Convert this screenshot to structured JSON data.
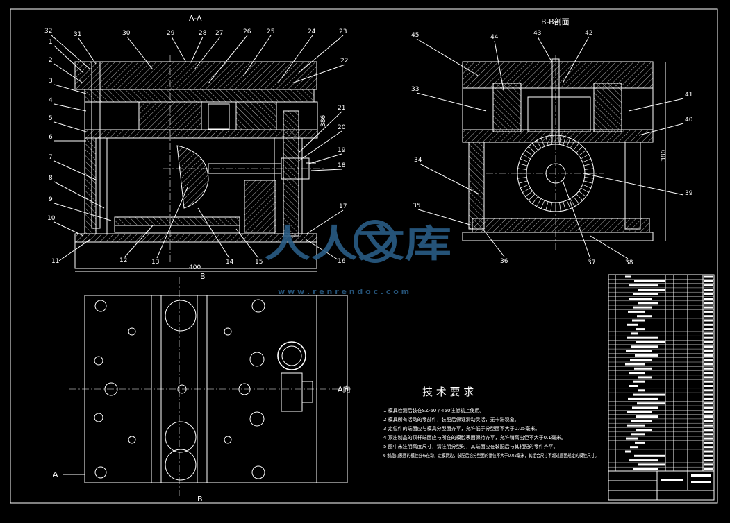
{
  "section_aa": {
    "title": "A-A"
  },
  "section_bb": {
    "title": "B-B剖面"
  },
  "part_numbers_left": [
    "32",
    "1",
    "2",
    "3",
    "4",
    "5",
    "6",
    "7",
    "8",
    "9",
    "10",
    "11"
  ],
  "part_numbers_top": [
    "31",
    "30",
    "29",
    "28",
    "27",
    "26",
    "25",
    "24",
    "23",
    "22"
  ],
  "part_numbers_right_aa": [
    "21",
    "20",
    "19",
    "18",
    "17"
  ],
  "part_numbers_bottom_aa": [
    "12",
    "13",
    "14",
    "15",
    "16"
  ],
  "part_numbers_bb": [
    "45",
    "44",
    "43",
    "42",
    "33",
    "41",
    "40",
    "34",
    "39",
    "35",
    "36",
    "37",
    "38"
  ],
  "dimensions": {
    "width_400": "400",
    "height_386": "386",
    "height_380": "380"
  },
  "section_marks": {
    "b_top": "B",
    "b_bottom": "B",
    "a_left": "A",
    "a_right": "A向"
  },
  "watermark": {
    "brand": "人人文库",
    "url": "w w w . r e n r e n d o c . c o m"
  },
  "tech_requirements": {
    "title": "技 术 要 求",
    "items": [
      "1  模具检测后装在SZ-60 / 450注射机上使用。",
      "2  模具所有活动的零部件，装配后保证滑动灵活，无卡滞现象。",
      "3  定位件的端面应与模具分型面齐平，允许低于分型面不大于0.05毫米。",
      "4  顶出制品的顶杆端面应与所在的模腔表面保持齐平，允许稍高出但不大于0.1毫米。",
      "5  图中未注明高度尺寸，请注明分型时，其端面应在装配后与其相配的零件齐平。",
      "6  制品内表面的模腔分布在动，定模两边，装配后沿分型面的错位不大于0.02毫米，其组合尺寸不超过图面规定的模腔尺寸。"
    ]
  }
}
